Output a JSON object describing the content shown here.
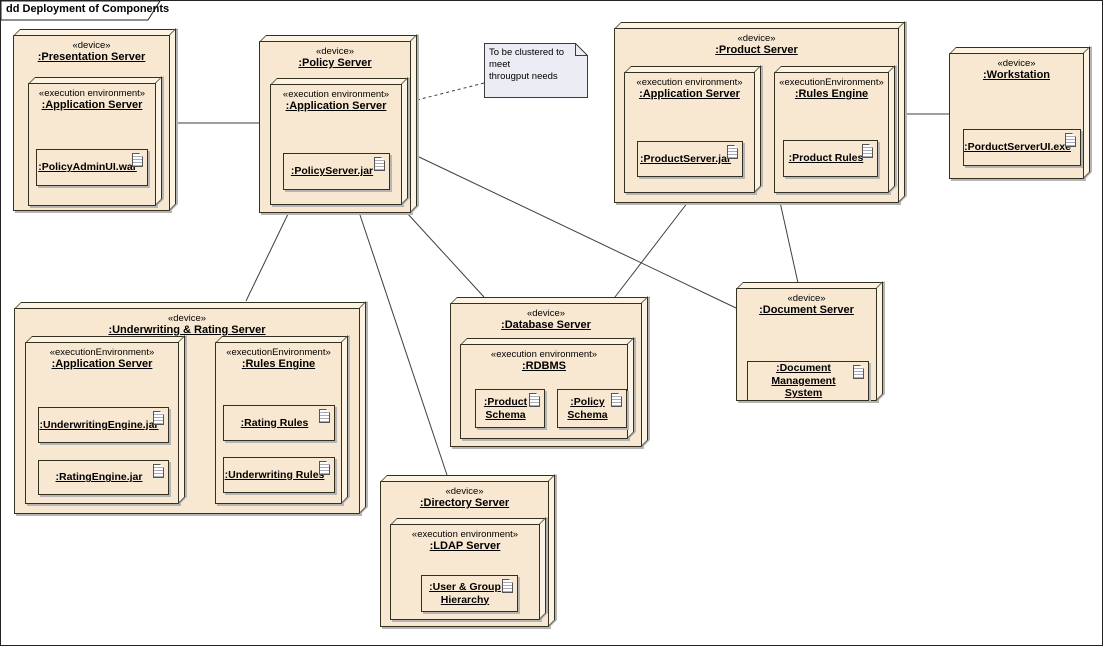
{
  "frame": {
    "title": "dd Deployment of Components"
  },
  "note": {
    "text": "To be clustered to meet\nthrougput needs"
  },
  "nodes": {
    "presentation_server": {
      "stereotype": "«device»",
      "name": ":Presentation Server",
      "environments": {
        "application_server": {
          "stereotype": "«execution environment»",
          "name": ":Application Server",
          "artifacts": {
            "policy_admin_ui": {
              "name": ":PolicyAdminUI.war"
            }
          }
        }
      }
    },
    "policy_server": {
      "stereotype": "«device»",
      "name": ":Policy Server",
      "environments": {
        "application_server": {
          "stereotype": "«execution environment»",
          "name": ":Application Server",
          "artifacts": {
            "policy_server_jar": {
              "name": ":PolicyServer.jar"
            }
          }
        }
      }
    },
    "product_server": {
      "stereotype": "«device»",
      "name": ":Product Server",
      "environments": {
        "application_server": {
          "stereotype": "«execution environment»",
          "name": ":Application Server",
          "artifacts": {
            "product_server_jar": {
              "name": ":ProductServer.jar"
            }
          }
        },
        "rules_engine": {
          "stereotype": "«executionEnvironment»",
          "name": ":Rules Engine",
          "artifacts": {
            "product_rules": {
              "name": ":Product Rules"
            }
          }
        }
      }
    },
    "workstation": {
      "stereotype": "«device»",
      "name": ":Workstation",
      "artifacts": {
        "porduct_server_ui": {
          "name": ":PorductServerUI.exe"
        }
      }
    },
    "underwriting_rating_server": {
      "stereotype": "«device»",
      "name": ":Underwriting & Rating Server",
      "environments": {
        "application_server": {
          "stereotype": "«executionEnvironment»",
          "name": ":Application Server",
          "artifacts": {
            "underwriting_engine_jar": {
              "name": ":UnderwritingEngine.jar"
            },
            "rating_engine_jar": {
              "name": ":RatingEngine.jar"
            }
          }
        },
        "rules_engine": {
          "stereotype": "«executionEnvironment»",
          "name": ":Rules Engine",
          "artifacts": {
            "rating_rules": {
              "name": ":Rating Rules"
            },
            "underwriting_rules": {
              "name": ":Underwriting Rules"
            }
          }
        }
      }
    },
    "database_server": {
      "stereotype": "«device»",
      "name": ":Database Server",
      "environments": {
        "rdbms": {
          "stereotype": "«execution environment»",
          "name": ":RDBMS",
          "artifacts": {
            "product_schema": {
              "name": ":Product Schema"
            },
            "policy_schema": {
              "name": ":Policy Schema"
            }
          }
        }
      }
    },
    "document_server": {
      "stereotype": "«device»",
      "name": ":Document Server",
      "artifacts": {
        "document_management_system": {
          "name": ":Document Management System"
        }
      }
    },
    "directory_server": {
      "stereotype": "«device»",
      "name": ":Directory Server",
      "environments": {
        "ldap_server": {
          "stereotype": "«execution environment»",
          "name": ":LDAP Server",
          "artifacts": {
            "user_group_hierarchy": {
              "name": ":User & Group Hierarchy"
            }
          }
        }
      }
    }
  },
  "colors": {
    "node_fill": "#f8e8d2",
    "node_face": "#fcf3e3",
    "node_border": "#33301f",
    "note_fill": "#ececf4",
    "shadow": "#b5b5b5",
    "line": "#3f3f3f"
  }
}
